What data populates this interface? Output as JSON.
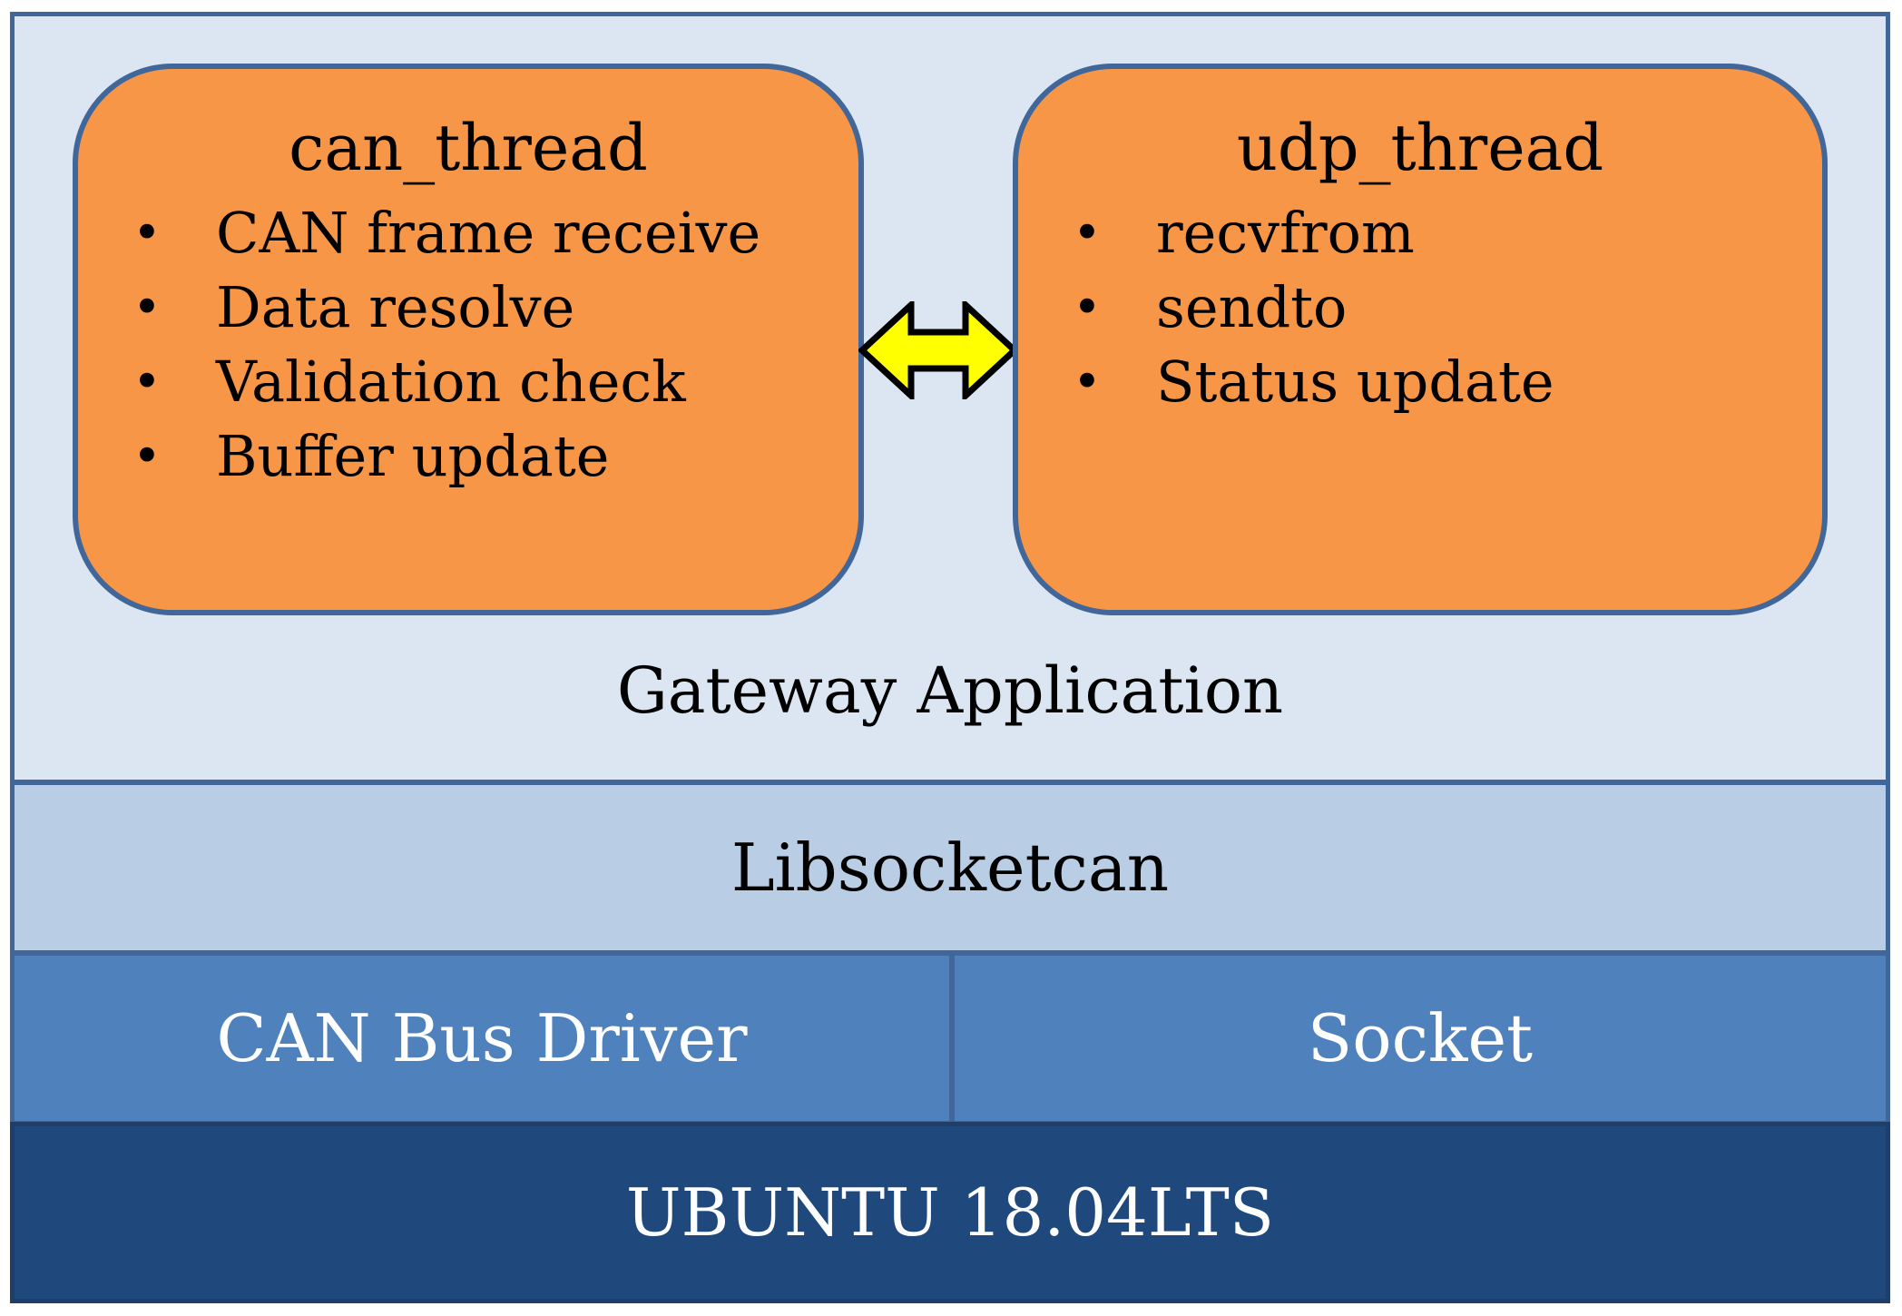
{
  "gateway": {
    "label": "Gateway Application",
    "can_thread": {
      "title": "can_thread",
      "items": [
        "CAN frame receive",
        "Data resolve",
        "Validation check",
        "Buffer update"
      ]
    },
    "udp_thread": {
      "title": "udp_thread",
      "items": [
        "recvfrom",
        "sendto",
        "Status update"
      ]
    },
    "connector_icon": "double-arrow-icon"
  },
  "layers": {
    "library": "Libsocketcan",
    "can_driver": "CAN Bus Driver",
    "socket": "Socket",
    "os": "UBUNTU 18.04LTS"
  },
  "bullet_symbol": "•",
  "colors": {
    "app_background": "#dce6f2",
    "thread_fill": "#f79646",
    "border": "#41669a",
    "library_fill": "#b9cde5",
    "driver_fill": "#4f81bd",
    "os_fill": "#1f497d",
    "arrow_fill": "#ffff00"
  }
}
